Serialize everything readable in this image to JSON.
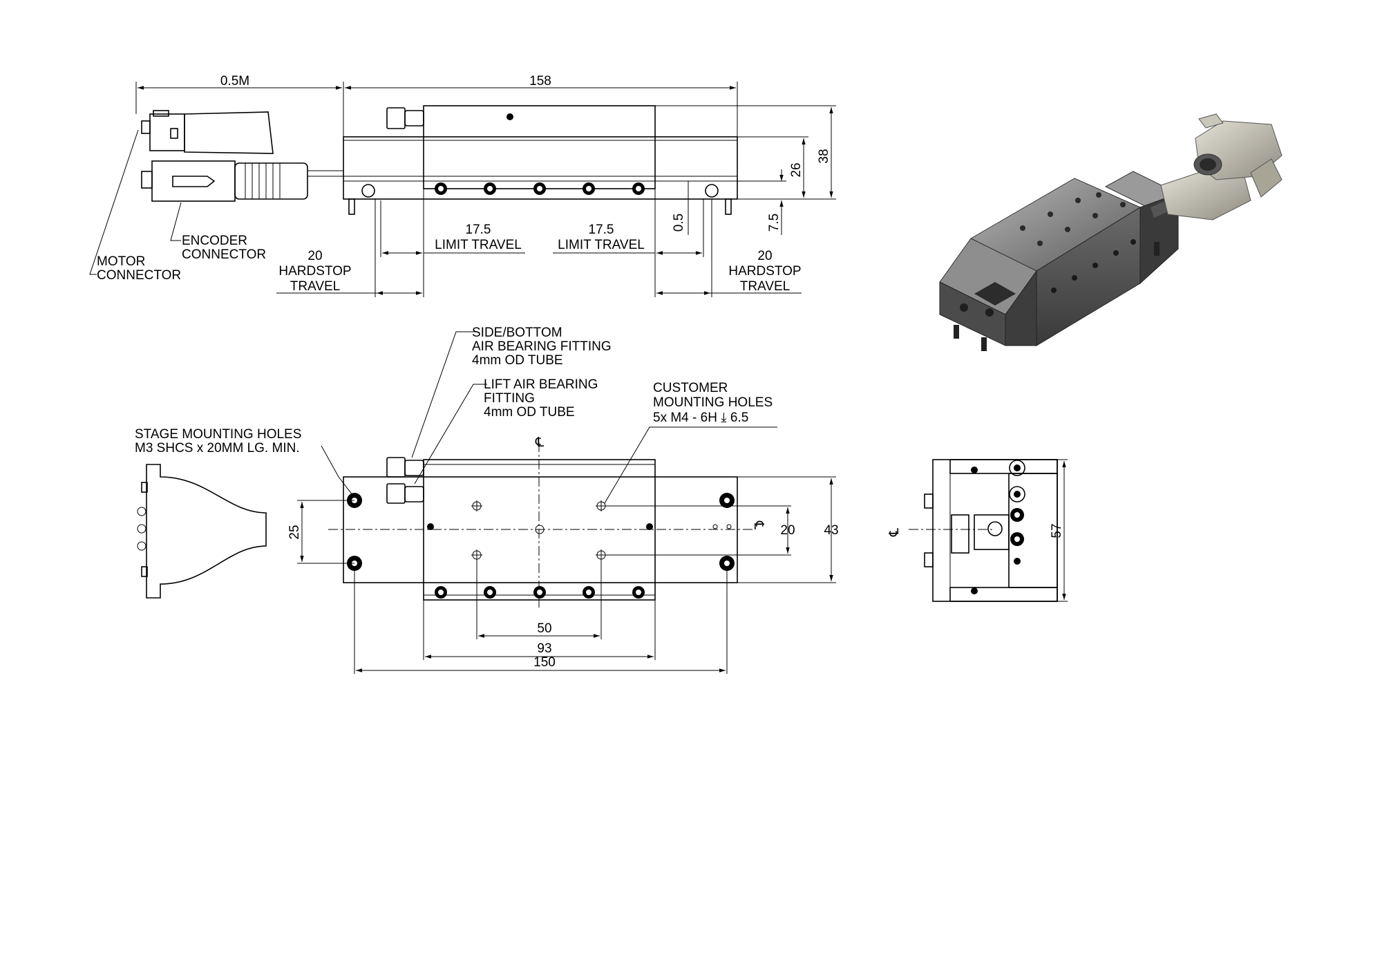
{
  "side_view": {
    "dim_cable": "0.5M",
    "dim_length": "158",
    "dim_height_38": "38",
    "dim_height_26": "26",
    "dim_7_5": "7.5",
    "dim_0_5": "0.5",
    "limit_left_value": "17.5",
    "limit_left_label": "LIMIT TRAVEL",
    "limit_right_value": "17.5",
    "limit_right_label": "LIMIT TRAVEL",
    "hardstop_left": [
      "20",
      "HARDSTOP",
      "TRAVEL"
    ],
    "hardstop_right": [
      "20",
      "HARDSTOP",
      "TRAVEL"
    ],
    "encoder_connector": [
      "ENCODER",
      "CONNECTOR"
    ],
    "motor_connector": [
      "MOTOR",
      "CONNECTOR"
    ]
  },
  "top_view": {
    "side_bottom_fitting": [
      "SIDE/BOTTOM",
      "AIR BEARING FITTING",
      "4mm OD TUBE"
    ],
    "lift_fitting": [
      "LIFT AIR BEARING",
      "FITTING",
      "4mm OD TUBE"
    ],
    "customer_holes": [
      "CUSTOMER",
      "MOUNTING HOLES",
      "5x M4 - 6H ⤓ 6.5"
    ],
    "stage_holes": [
      "STAGE MOUNTING HOLES",
      "M3 SHCS x 20MM LG. MIN."
    ],
    "centerline_symbol": "℄",
    "dim_25": "25",
    "dim_20": "20",
    "dim_43": "43",
    "dim_50": "50",
    "dim_93": "93",
    "dim_150": "150"
  },
  "end_view": {
    "centerline_symbol": "℄",
    "dim_57": "57"
  }
}
